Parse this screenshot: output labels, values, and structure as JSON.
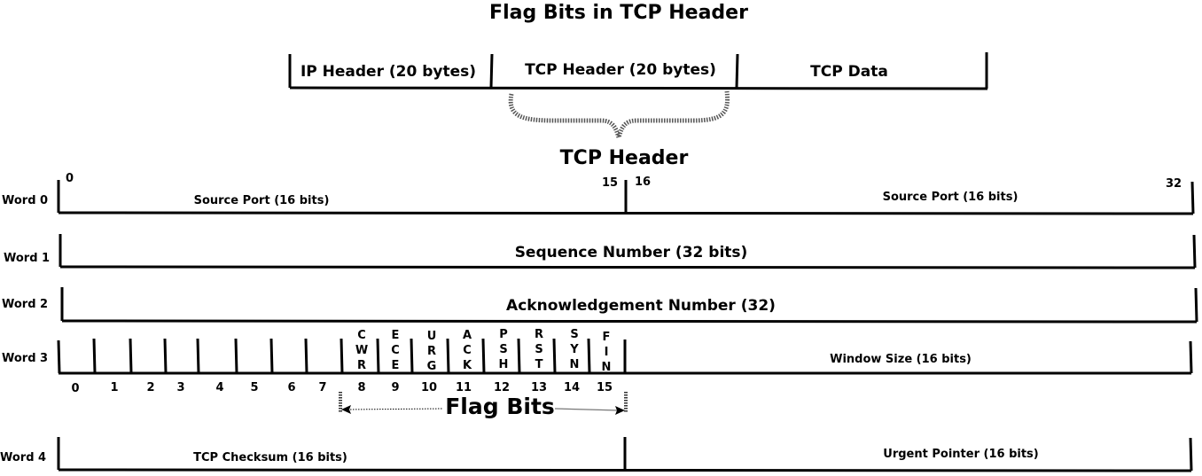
{
  "title": "Flag Bits in TCP Header",
  "packet": {
    "segments": [
      "IP Header (20 bytes)",
      "TCP Header (20 bytes)",
      "TCP Data"
    ]
  },
  "tcp_header_title": "TCP Header",
  "bit_labels": {
    "start": "0",
    "mid_left": "15",
    "mid_right": "16",
    "end": "32"
  },
  "words": [
    {
      "label": "Word 0",
      "fields": [
        "Source Port (16 bits)",
        "Source Port (16 bits)"
      ]
    },
    {
      "label": "Word 1",
      "fields": [
        "Sequence Number (32 bits)"
      ]
    },
    {
      "label": "Word 2",
      "fields": [
        "Acknowledgement Number (32)"
      ]
    },
    {
      "label": "Word 3",
      "fields": [
        "Window Size (16 bits)"
      ]
    },
    {
      "label": "Word 4",
      "fields": [
        "TCP Checksum (16 bits)",
        "Urgent Pointer (16 bits)"
      ]
    }
  ],
  "bit_numbers": [
    "0",
    "1",
    "2",
    "3",
    "4",
    "5",
    "6",
    "7",
    "8",
    "9",
    "10",
    "11",
    "12",
    "13",
    "14",
    "15"
  ],
  "flags": [
    "CWR",
    "ECE",
    "URG",
    "ACK",
    "PSH",
    "RST",
    "SYN",
    "FIN"
  ],
  "flag_bits_label": "Flag Bits",
  "colors": {
    "accent": "#e020b0",
    "line": "#000000"
  }
}
